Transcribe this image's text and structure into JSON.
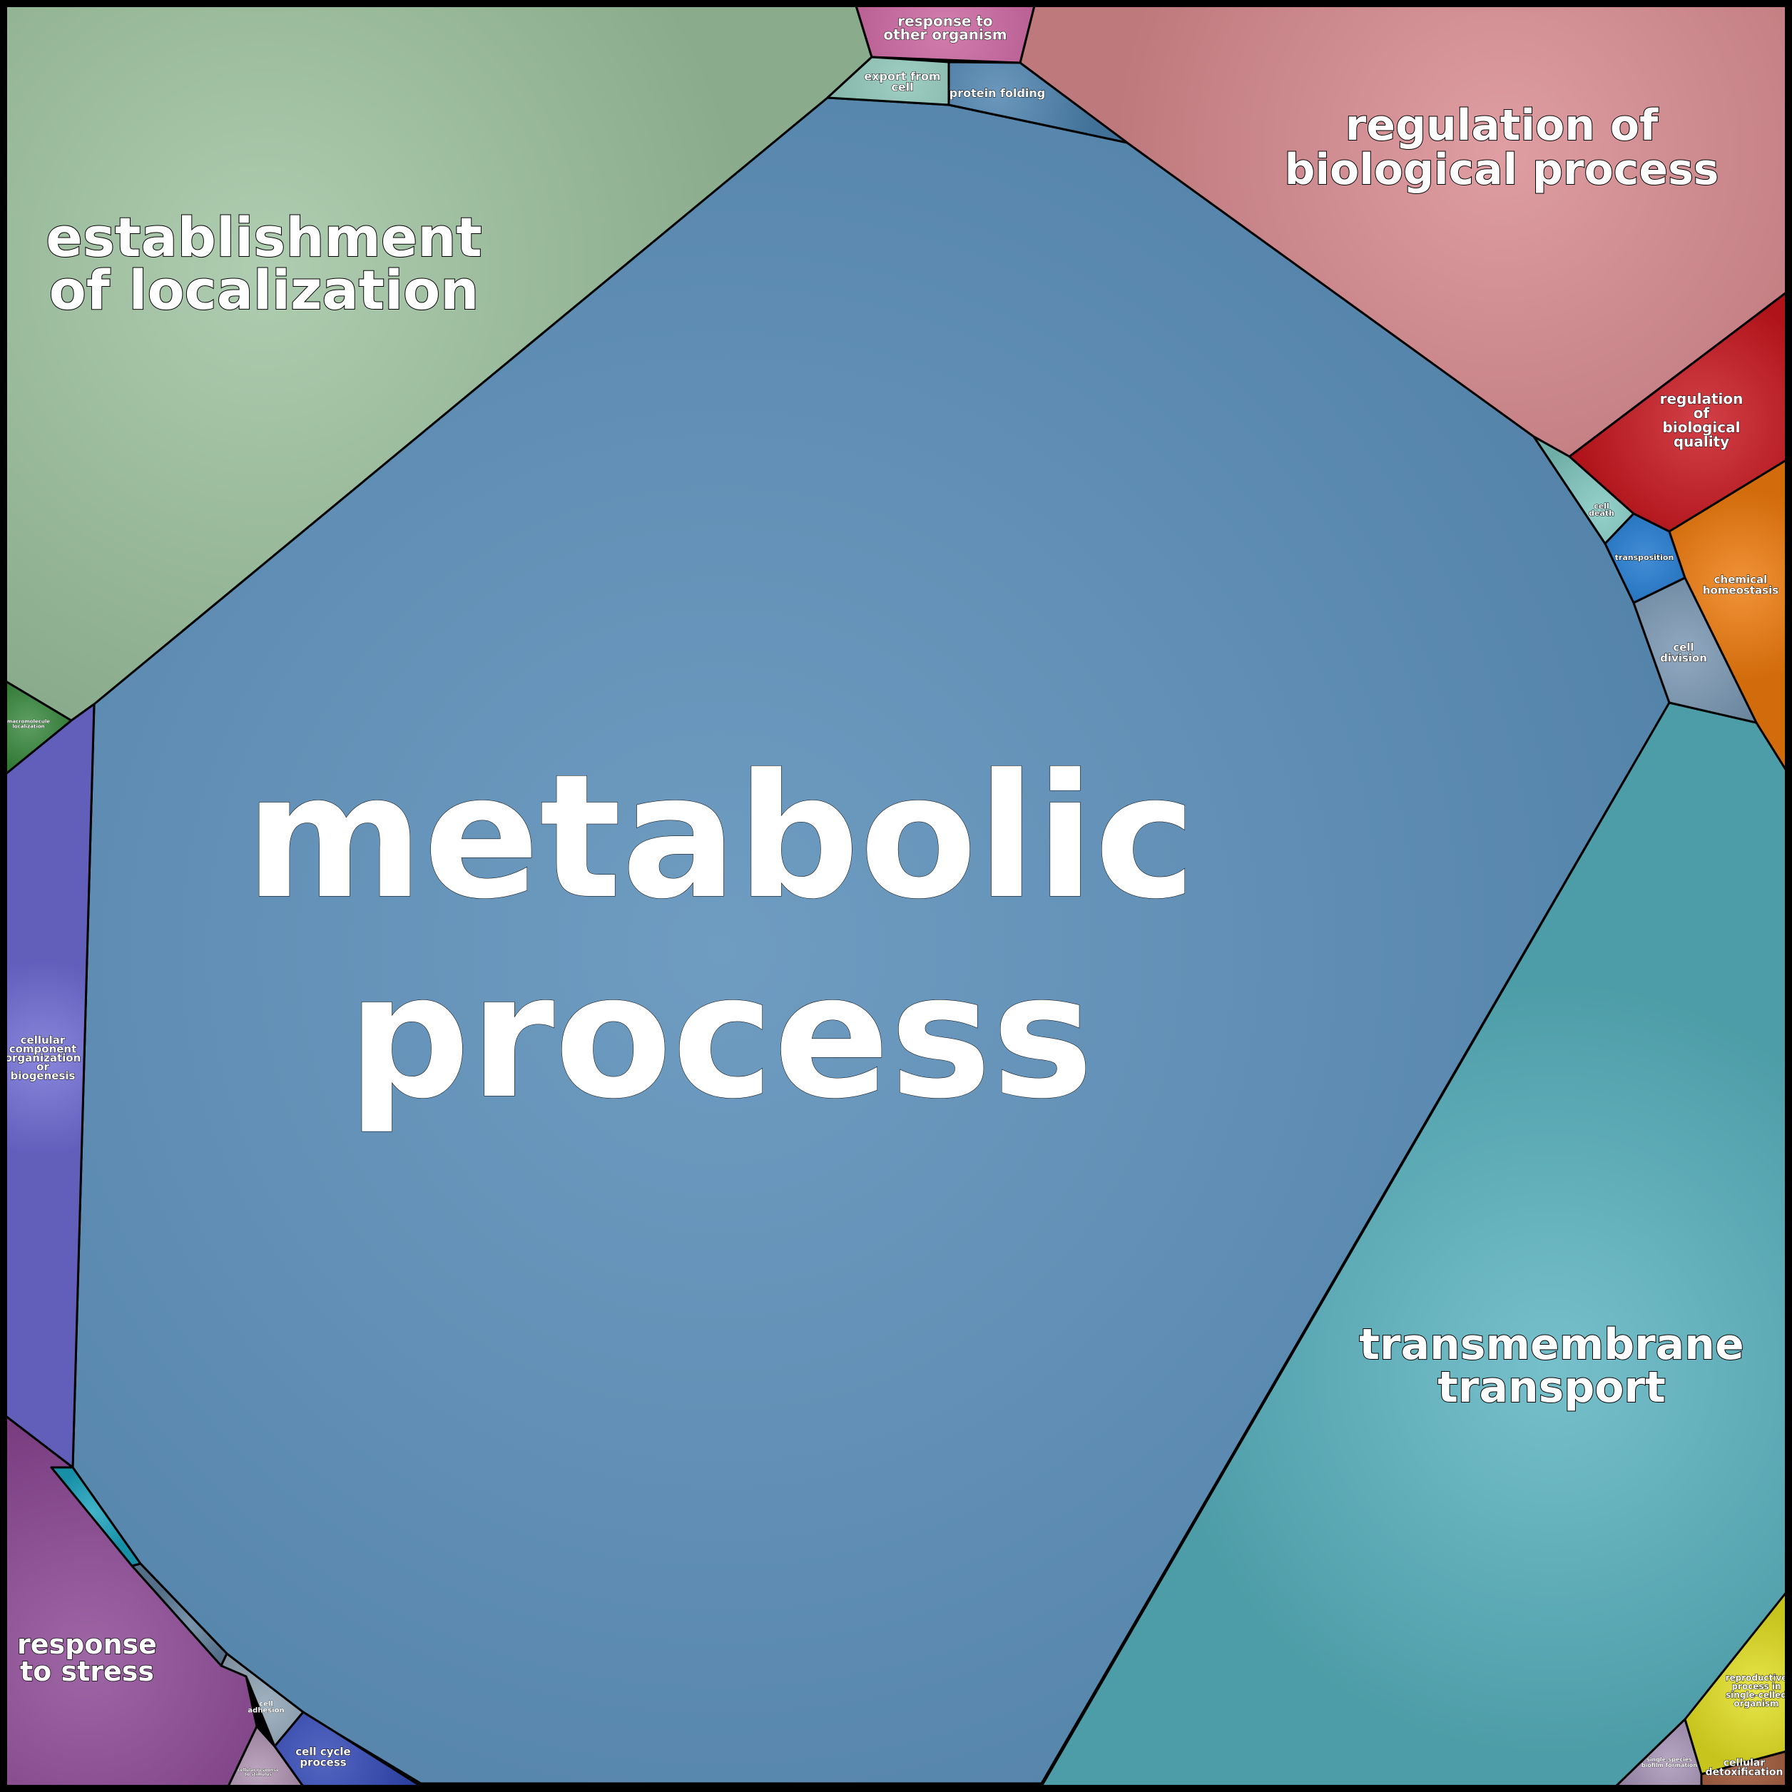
{
  "chart_data": {
    "type": "voronoi-treemap",
    "cells": [
      {
        "id": "metabolic-process",
        "label": [
          "metabolic",
          "process"
        ],
        "color": "#4f86b3"
      },
      {
        "id": "establishment-of-localization",
        "label": [
          "establishment",
          "of localization"
        ],
        "color": "#9dc29f"
      },
      {
        "id": "regulation-of-biological-process",
        "label": [
          "regulation of",
          "biological process"
        ],
        "color": "#d8898e"
      },
      {
        "id": "transmembrane-transport",
        "label": [
          "transmembrane",
          "transport"
        ],
        "color": "#58b2bf"
      },
      {
        "id": "cellular-component-organization-or-biogenesis",
        "label": [
          "cellular",
          "component",
          "organization",
          "or",
          "biogenesis"
        ],
        "color": "#6f6cd4"
      },
      {
        "id": "response-to-stress",
        "label": [
          "response",
          "to stress"
        ],
        "color": "#8a4592"
      },
      {
        "id": "response-to-other-organism",
        "label": [
          "response to",
          "other organism"
        ],
        "color": "#c8609c"
      },
      {
        "id": "export-from-cell",
        "label": [
          "export from",
          "cell"
        ],
        "color": "#8ac3b4"
      },
      {
        "id": "protein-folding",
        "label": [
          "protein folding"
        ],
        "color": "#4a80ad"
      },
      {
        "id": "regulation-of-biological-quality",
        "label": [
          "regulation",
          "of",
          "biological",
          "quality"
        ],
        "color": "#c8161e"
      },
      {
        "id": "cell-death",
        "label": [
          "cell",
          "death"
        ],
        "color": "#7fc7bf"
      },
      {
        "id": "transposition",
        "label": [
          "transposition"
        ],
        "color": "#1a74cc"
      },
      {
        "id": "chemical-homeostasis",
        "label": [
          "chemical",
          "homeostasis"
        ],
        "color": "#ee7a0c"
      },
      {
        "id": "cell-division",
        "label": [
          "cell",
          "division"
        ],
        "color": "#7896b2"
      },
      {
        "id": "macromolecule-localization",
        "label": [
          "macromolecule",
          "localization"
        ],
        "color": "#3a8a3f"
      },
      {
        "id": "small-cyan-cell",
        "label": [],
        "color": "#1aa3bd"
      },
      {
        "id": "small-slate-cell",
        "label": [],
        "color": "#5f7e99"
      },
      {
        "id": "cell-adhesion",
        "label": [
          "cell",
          "adhesion"
        ],
        "color": "#8ea2b4"
      },
      {
        "id": "cellular-response-to-stimulus",
        "label": [
          "cellular response",
          "to stimulus"
        ],
        "color": "#b094b2"
      },
      {
        "id": "cell-cycle-process",
        "label": [
          "cell cycle",
          "process"
        ],
        "color": "#2f45b3"
      },
      {
        "id": "reproductive-process-in-single-celled-organism",
        "label": [
          "reproductive",
          "process in",
          "single-celled",
          "organism"
        ],
        "color": "#e2df22"
      },
      {
        "id": "single-species-biofilm-formation",
        "label": [
          "single-species",
          "biofilm formation"
        ],
        "color": "#a793b7"
      },
      {
        "id": "cellular-detoxification",
        "label": [
          "cellular",
          "detoxification"
        ],
        "color": "#93492a"
      }
    ]
  }
}
